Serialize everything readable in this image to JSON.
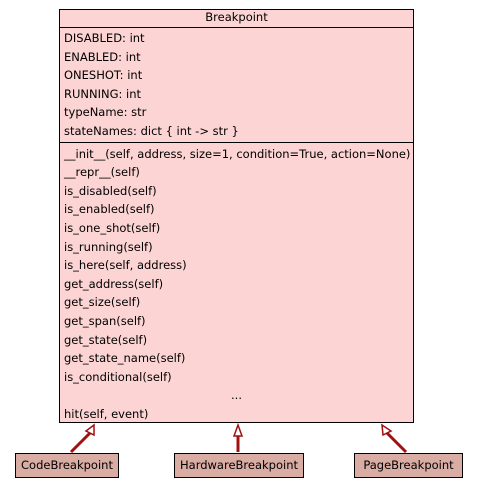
{
  "class": {
    "name": "Breakpoint",
    "attributes": [
      "DISABLED: int",
      "ENABLED: int",
      "ONESHOT: int",
      "RUNNING: int",
      "typeName: str",
      "stateNames: dict { int -> str }"
    ],
    "methods": [
      "__init__(self, address, size=1, condition=True, action=None)",
      "__repr__(self)",
      "is_disabled(self)",
      "is_enabled(self)",
      "is_one_shot(self)",
      "is_running(self)",
      "is_here(self, address)",
      "get_address(self)",
      "get_size(self)",
      "get_span(self)",
      "get_state(self)",
      "get_state_name(self)",
      "is_conditional(self)"
    ],
    "ellipsis": "...",
    "extra_method": "hit(self, event)"
  },
  "subclasses": [
    "CodeBreakpoint",
    "HardwareBreakpoint",
    "PageBreakpoint"
  ],
  "colors": {
    "class_fill": "#fcd4d4",
    "subclass_fill": "#d9aca4",
    "arrow": "#a01010"
  }
}
